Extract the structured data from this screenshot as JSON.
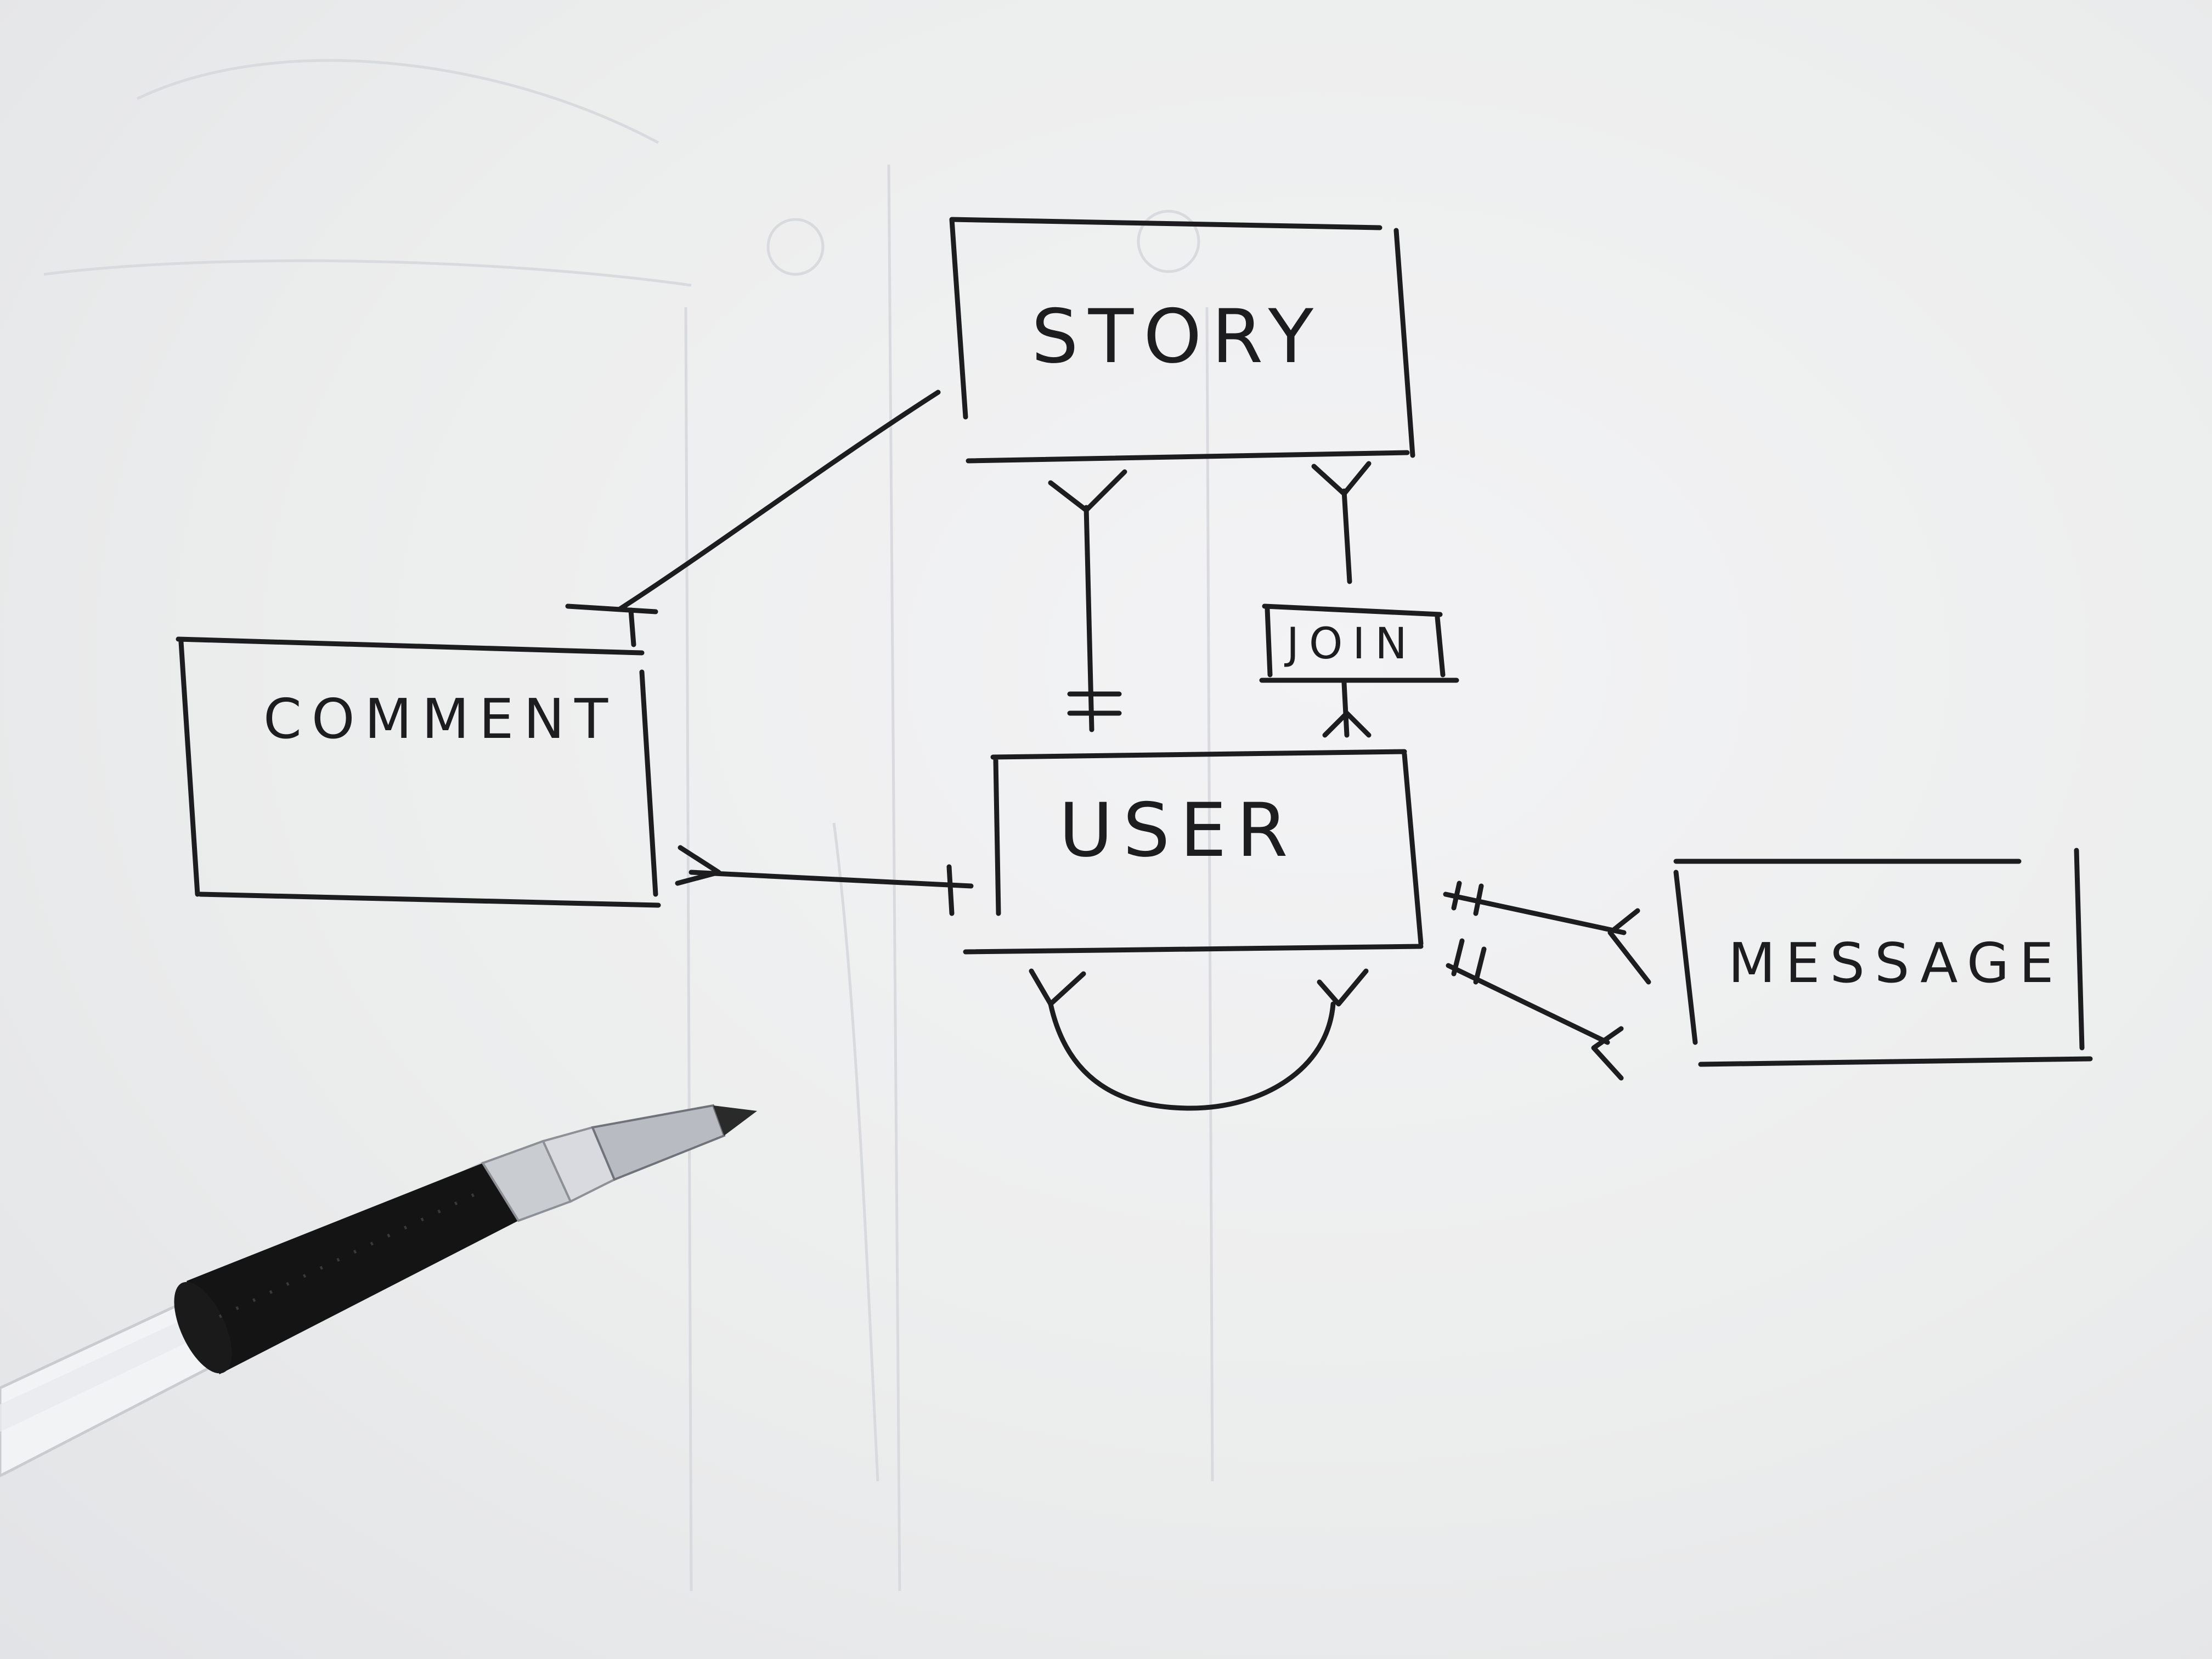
{
  "diagram": {
    "entities": {
      "story": "STORY",
      "comment": "COMMENT",
      "user": "USER",
      "join": "JOIN",
      "message": "MESSAGE"
    },
    "ink_color": "#1d1d1f",
    "paper_color": "#eceded"
  },
  "objects": {
    "pen": "pen-icon"
  }
}
